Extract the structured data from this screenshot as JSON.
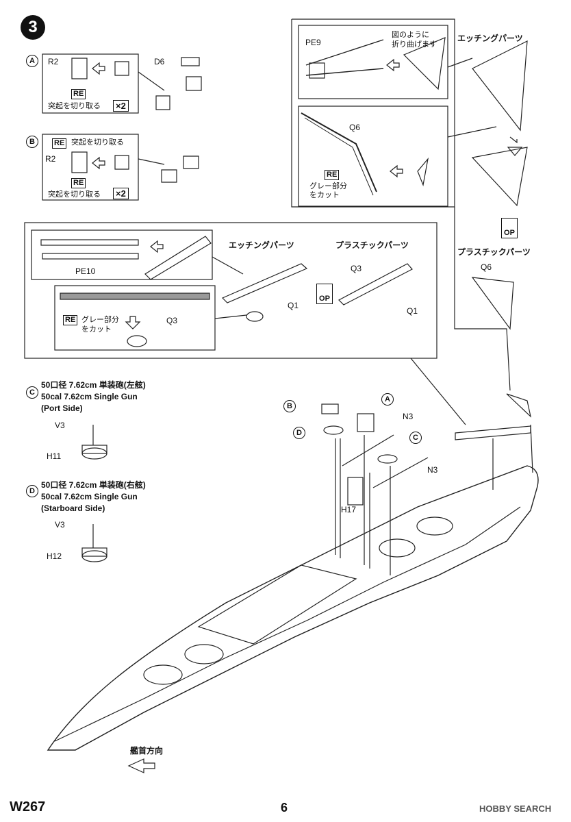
{
  "step": {
    "number": "3"
  },
  "panel_a": {
    "letter": "A",
    "part_r2": "R2",
    "part_d6": "D6",
    "re_badge": "RE",
    "note": "突起を切り取る",
    "qty": "×2"
  },
  "panel_b": {
    "letter": "B",
    "part_r2": "R2",
    "re_badge_top": "RE",
    "note_top": "突起を切り取る",
    "re_badge_bottom": "RE",
    "note_bottom": "突起を切り取る",
    "qty": "×2"
  },
  "crane_pe": {
    "part": "PE9",
    "instruction": "図のように\n折り曲げます",
    "title": "エッチングパーツ"
  },
  "crane_plastic_cut": {
    "part": "Q6",
    "re_badge": "RE",
    "note": "グレー部分\nをカット"
  },
  "crane_plastic": {
    "op_badge": "OP",
    "title": "プラスチックパーツ",
    "part": "Q6"
  },
  "boom_section": {
    "pe_part": "PE10",
    "etching_title": "エッチングパーツ",
    "plastic_title": "プラスチックパーツ",
    "q1_left": "Q1",
    "q3": "Q3",
    "q1_right": "Q1",
    "q3_bottom": "Q3",
    "re_badge": "RE",
    "re_note": "グレー部分\nをカット",
    "op_badge": "OP"
  },
  "gun_c": {
    "letter": "C",
    "title_jp": "50口径 7.62cm 単装砲(左舷)",
    "title_en": "50cal 7.62cm Single Gun",
    "side": "(Port Side)",
    "part_top": "V3",
    "part_bottom": "H11"
  },
  "gun_d": {
    "letter": "D",
    "title_jp": "50口径 7.62cm 単装砲(右舷)",
    "title_en": "50cal 7.62cm Single Gun",
    "side": "(Starboard Side)",
    "part_top": "V3",
    "part_bottom": "H12"
  },
  "hull": {
    "callout_b": "B",
    "callout_a": "A",
    "callout_d": "D",
    "callout_c": "C",
    "n3_top": "N3",
    "n3_bottom": "N3",
    "h17": "H17",
    "bow_direction": "艦首方向"
  },
  "footer": {
    "code": "W267",
    "page": "6",
    "watermark": "HOBBY SEARCH"
  }
}
